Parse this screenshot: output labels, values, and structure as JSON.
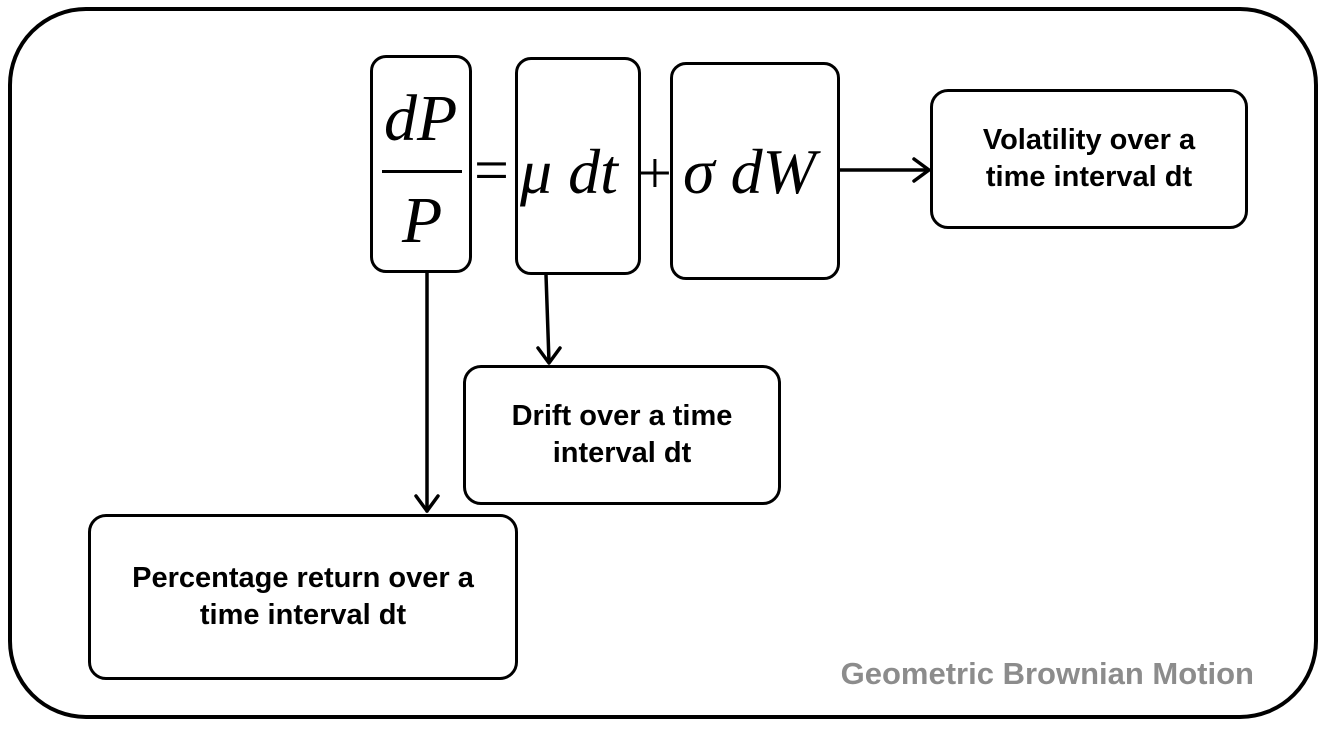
{
  "equation": {
    "numerator": "dP",
    "denominator": "P",
    "equals": "=",
    "drift_term": "μ dt",
    "plus": "+",
    "volatility_term": "σ dW"
  },
  "boxes": {
    "volatility": "Volatility over a time interval dt",
    "drift": "Drift over a time interval dt",
    "return": "Percentage return over a time interval dt"
  },
  "watermark": "Geometric Brownian Motion"
}
